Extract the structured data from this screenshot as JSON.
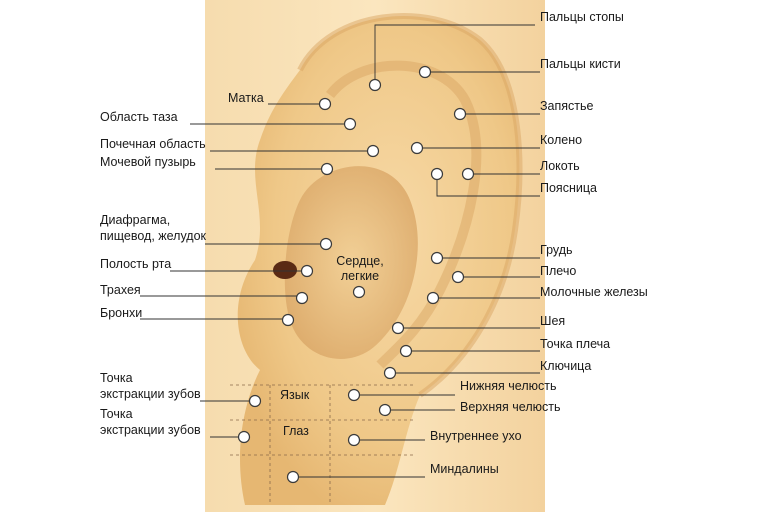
{
  "labels": {
    "palcy_stopy": "Пальцы стопы",
    "palcy_kisti": "Пальцы кисти",
    "matka": "Матка",
    "oblast_taza": "Область таза",
    "zapyastye": "Запястье",
    "pochechnaya": "Почечная область",
    "koleno": "Колено",
    "mochevoy": "Мочевой пузырь",
    "lokot": "Локоть",
    "poyasnica": "Поясница",
    "diafragma_1": "Диафрагма,",
    "diafragma_2": "пищевод, желудок",
    "grud": "Грудь",
    "serdce_1": "Сердце,",
    "serdce_2": "легкие",
    "polost_rta": "Полость рта",
    "plecho": "Плечо",
    "traheya": "Трахея",
    "molochnye": "Молочные железы",
    "bronhi": "Бронхи",
    "sheya": "Шея",
    "tochka_plecha": "Точка плеча",
    "klyuchica": "Ключица",
    "zub1_1": "Точка",
    "zub1_2": "экстракции зубов",
    "zub2_1": "Точка",
    "zub2_2": "экстракции зубов",
    "yazyk": "Язык",
    "glaz": "Глаз",
    "nizhnyaya": "Нижняя челюсть",
    "verhnyaya": "Верхняя челюсть",
    "vnutrennee": "Внутреннее ухо",
    "mindaliny": "Миндалины"
  }
}
